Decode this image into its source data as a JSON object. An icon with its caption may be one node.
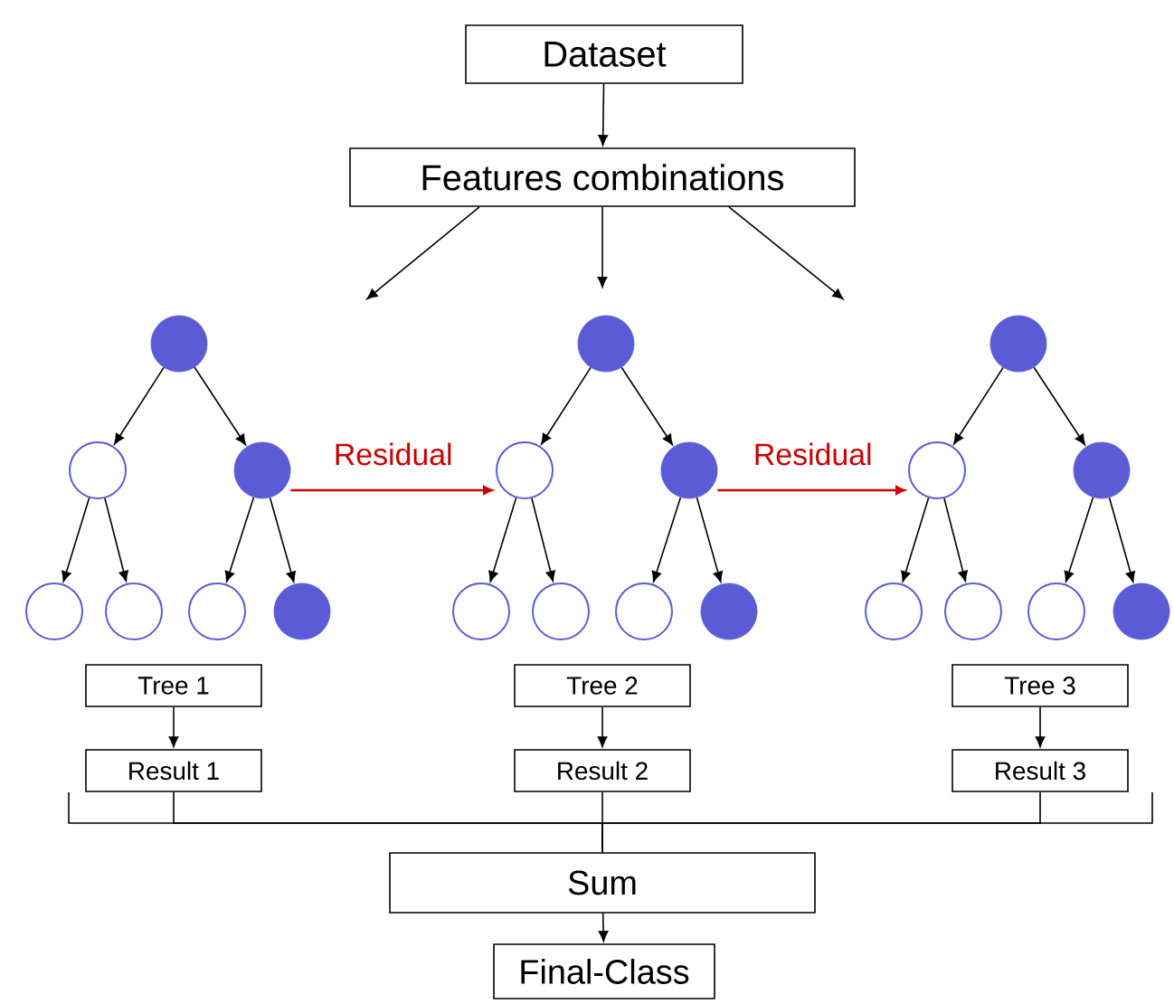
{
  "diagram": {
    "nodes": [
      {
        "text": [
          "Dataset"
        ]
      },
      {
        "text": [
          "Features combinations"
        ]
      },
      {
        "text": [],
        "shape": "disc"
      },
      {
        "text": [],
        "shape": "circle"
      },
      {
        "text": [],
        "shape": "disc"
      },
      {
        "text": [],
        "shape": "circle"
      },
      {
        "text": [],
        "shape": "circle"
      },
      {
        "text": [],
        "shape": "circle"
      },
      {
        "text": [],
        "shape": "disc"
      },
      {
        "text": [],
        "shape": "disc"
      },
      {
        "text": [],
        "shape": "circle"
      },
      {
        "text": [],
        "shape": "disc"
      },
      {
        "text": [],
        "shape": "circle"
      },
      {
        "text": [],
        "shape": "circle"
      },
      {
        "text": [],
        "shape": "circle"
      },
      {
        "text": [],
        "shape": "disc"
      },
      {
        "text": [],
        "shape": "disc"
      },
      {
        "text": [],
        "shape": "circle"
      },
      {
        "text": [],
        "shape": "disc"
      },
      {
        "text": [],
        "shape": "circle"
      },
      {
        "text": [],
        "shape": "circle"
      },
      {
        "text": [],
        "shape": "circle"
      },
      {
        "text": [],
        "shape": "disc"
      },
      {
        "text": [
          "Tree 1"
        ]
      },
      {
        "text": [
          "Result 1"
        ]
      },
      {
        "text": [
          "Tree 2"
        ]
      },
      {
        "text": [
          "Result 2"
        ]
      },
      {
        "text": [
          "Tree 3"
        ]
      },
      {
        "text": [
          "Result 3"
        ]
      },
      {
        "text": [
          "Sum"
        ]
      },
      {
        "text": [
          "Final-Class"
        ]
      }
    ],
    "edges": [
      {
        "from": 0,
        "to": 1,
        "arrow": "to"
      },
      {
        "from": 1,
        "to": null,
        "arrow": "to"
      },
      {
        "from": 1,
        "to": null,
        "arrow": "to"
      },
      {
        "from": 1,
        "to": null,
        "arrow": "to"
      },
      {
        "from": 2,
        "to": 3,
        "arrow": "to"
      },
      {
        "from": 2,
        "to": 4,
        "arrow": "to"
      },
      {
        "from": 3,
        "to": 5,
        "arrow": "to"
      },
      {
        "from": 3,
        "to": 6,
        "arrow": "to"
      },
      {
        "from": 4,
        "to": 7,
        "arrow": "to"
      },
      {
        "from": 4,
        "to": 8,
        "arrow": "to"
      },
      {
        "from": 9,
        "to": 10,
        "arrow": "to"
      },
      {
        "from": 9,
        "to": 11,
        "arrow": "to"
      },
      {
        "from": 10,
        "to": 12,
        "arrow": "to"
      },
      {
        "from": 10,
        "to": 13,
        "arrow": "to"
      },
      {
        "from": 11,
        "to": 14,
        "arrow": "to"
      },
      {
        "from": 11,
        "to": 15,
        "arrow": "to"
      },
      {
        "from": 16,
        "to": 17,
        "arrow": "to"
      },
      {
        "from": 16,
        "to": 18,
        "arrow": "to"
      },
      {
        "from": 17,
        "to": 19,
        "arrow": "to"
      },
      {
        "from": 17,
        "to": 20,
        "arrow": "to"
      },
      {
        "from": 18,
        "to": 21,
        "arrow": "to"
      },
      {
        "from": 18,
        "to": 22,
        "arrow": "to"
      },
      {
        "from": 4,
        "to": 10,
        "arrow": "to",
        "label": "Residual",
        "color": "#cc0000"
      },
      {
        "from": 11,
        "to": 17,
        "arrow": "to",
        "label": "Residual",
        "color": "#cc0000"
      },
      {
        "from": 23,
        "to": 24,
        "arrow": "to"
      },
      {
        "from": 25,
        "to": 26,
        "arrow": "to"
      },
      {
        "from": 27,
        "to": 28,
        "arrow": "to"
      },
      {
        "from": 24,
        "to": 29,
        "arrow": "none"
      },
      {
        "from": 26,
        "to": 29,
        "arrow": "none"
      },
      {
        "from": 28,
        "to": 29,
        "arrow": "none"
      },
      {
        "from": 29,
        "to": 30,
        "arrow": "to"
      }
    ]
  }
}
